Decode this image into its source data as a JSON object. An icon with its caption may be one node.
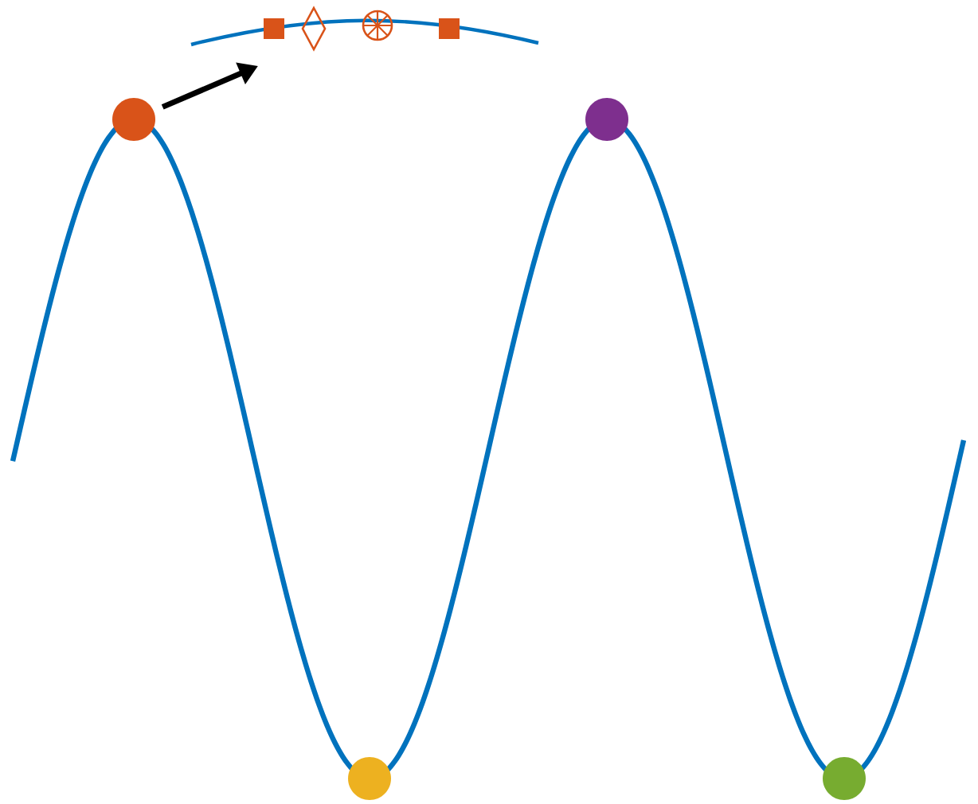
{
  "diagram": {
    "nodes": [
      {
        "text": [],
        "shape": "circle"
      },
      {
        "text": [],
        "shape": "picture"
      },
      {
        "text": [],
        "shape": "circle"
      },
      {
        "text": [],
        "shape": "circle"
      },
      {
        "text": [],
        "shape": "circle"
      }
    ],
    "edges": [
      {
        "from": 0,
        "to": 1,
        "arrow": "to"
      }
    ]
  }
}
